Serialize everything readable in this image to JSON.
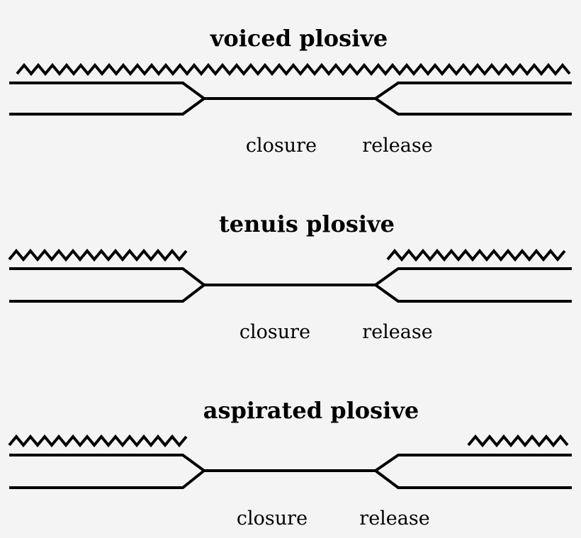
{
  "panels": [
    {
      "title": "voiced plosive",
      "closure_label": "closure",
      "release_label": "release",
      "voicing": "throughout"
    },
    {
      "title": "tenuis plosive",
      "closure_label": "closure",
      "release_label": "release",
      "voicing": "before closure and from release"
    },
    {
      "title": "aspirated plosive",
      "closure_label": "closure",
      "release_label": "release",
      "voicing": "before closure and delayed after release"
    }
  ],
  "colors": {
    "background": "#f4f4f4",
    "ink": "#000000"
  }
}
